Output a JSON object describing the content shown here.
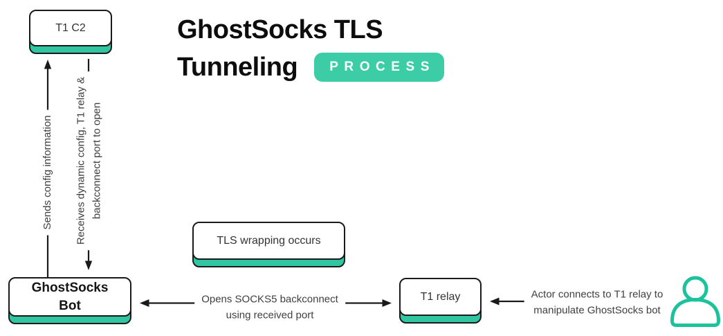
{
  "header": {
    "title_line1": "GhostSocks TLS",
    "title_line2": "Tunneling",
    "badge": "PROCESS"
  },
  "nodes": {
    "t1c2": {
      "label": "T1 C2"
    },
    "bot": {
      "line1": "GhostSocks",
      "line2": "Bot"
    },
    "tls": {
      "label": "TLS wrapping occurs"
    },
    "relay": {
      "label": "T1 relay"
    }
  },
  "edges": {
    "sends": {
      "label": "Sends config information"
    },
    "receives": {
      "line1": "Receives dynamic config, T1 relay &",
      "line2": "backconnect port to open"
    },
    "opens": {
      "line1": "Opens SOCKS5 backconnect",
      "line2": "using received port"
    },
    "actor": {
      "line1": "Actor connects to T1 relay to",
      "line2": "manipulate GhostSocks bot"
    }
  },
  "icons": {
    "actor": "person-icon"
  },
  "colors": {
    "accent": "#2FC6A1",
    "badge": "#3CCDA6",
    "icon": "#1CC29B",
    "ink": "#1A1A1A",
    "text": "#3F3F3F",
    "title": "#0D0D0D"
  }
}
